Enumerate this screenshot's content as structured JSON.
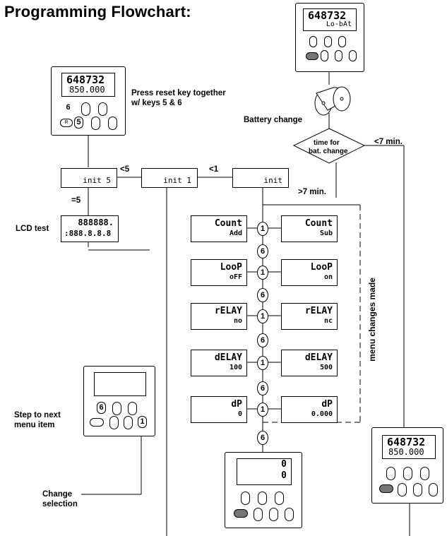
{
  "title": "Programming Flowchart:",
  "labels": {
    "reset_line1": "Press reset key together",
    "reset_line2": "w/ keys 5 & 6",
    "battery_change": "Battery change",
    "decision_line1": "time for",
    "decision_line2": "bat. change",
    "lt7": "<7 min.",
    "gt7": ">7 min.",
    "lt5": "<5",
    "lt1": "<1",
    "eq5": "=5",
    "lcd_test": "LCD test",
    "step_line1": "Step to next",
    "step_line2": "menu item",
    "change_line1": "Change",
    "change_line2": "selection",
    "menu_changes": "menu changes made"
  },
  "devices": {
    "battery_display": {
      "top": "648732",
      "bottom": "Lo-bAt"
    },
    "reset_display": {
      "top": "648732",
      "bottom": "850.000"
    },
    "final_display": {
      "top": "648732",
      "bottom": "850.000"
    },
    "menu_display": {
      "top": "0",
      "bottom": "0"
    },
    "reset_keys": {
      "six": "6",
      "five": "5",
      "reset": "R"
    },
    "legend_keys": {
      "six": "6",
      "one": "1"
    }
  },
  "lcd_test": {
    "top": "888888.",
    "bottom": ":888.8.8.8"
  },
  "init_states": {
    "init5": "init 5",
    "init1": "init 1",
    "init": "init"
  },
  "menu": {
    "key_one": "1",
    "key_six": "6",
    "rows": [
      {
        "left_top": "Count",
        "left_bottom": "Add",
        "right_top": "Count",
        "right_bottom": "Sub"
      },
      {
        "left_top": "LooP",
        "left_bottom": "oFF",
        "right_top": "LooP",
        "right_bottom": "on"
      },
      {
        "left_top": "rELAY",
        "left_bottom": "no",
        "right_top": "rELAY",
        "right_bottom": "nc"
      },
      {
        "left_top": "dELAY",
        "left_bottom": "100",
        "right_top": "dELAY",
        "right_bottom": "500"
      },
      {
        "left_top": "dP",
        "left_bottom": "0",
        "right_top": "dP",
        "right_bottom": "0.000"
      }
    ]
  }
}
